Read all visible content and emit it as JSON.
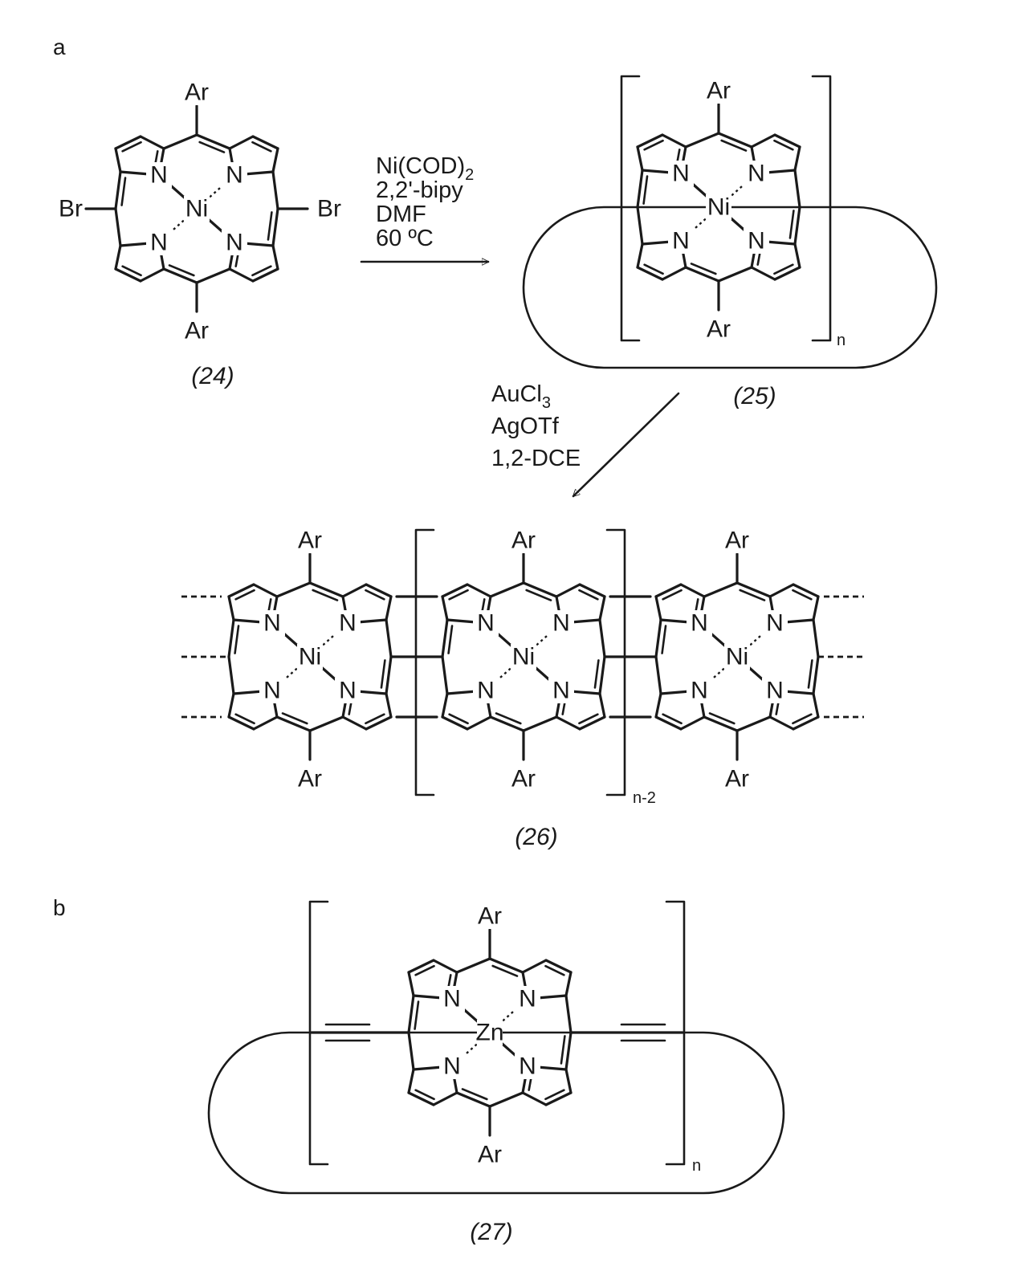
{
  "panels": {
    "a": "a",
    "b": "b"
  },
  "atoms": {
    "ar": "Ar",
    "n": "N",
    "ni": "Ni",
    "zn": "Zn",
    "br": "Br"
  },
  "compounds": {
    "c24": "(24)",
    "c25": "(25)",
    "c26": "(26)",
    "c27": "(27)"
  },
  "repeat_units": {
    "n": "n",
    "n_minus_2": "n-2"
  },
  "step1_conditions": {
    "reagent_base": "Ni(COD)",
    "reagent_sub": "2",
    "ligand": "2,2'-bipy",
    "solvent": "DMF",
    "temperature": "60 ºC"
  },
  "step2_conditions": {
    "reagent_base": "AuCl",
    "reagent_sub": "3",
    "additive": "AgOTf",
    "solvent": "1,2-DCE"
  }
}
